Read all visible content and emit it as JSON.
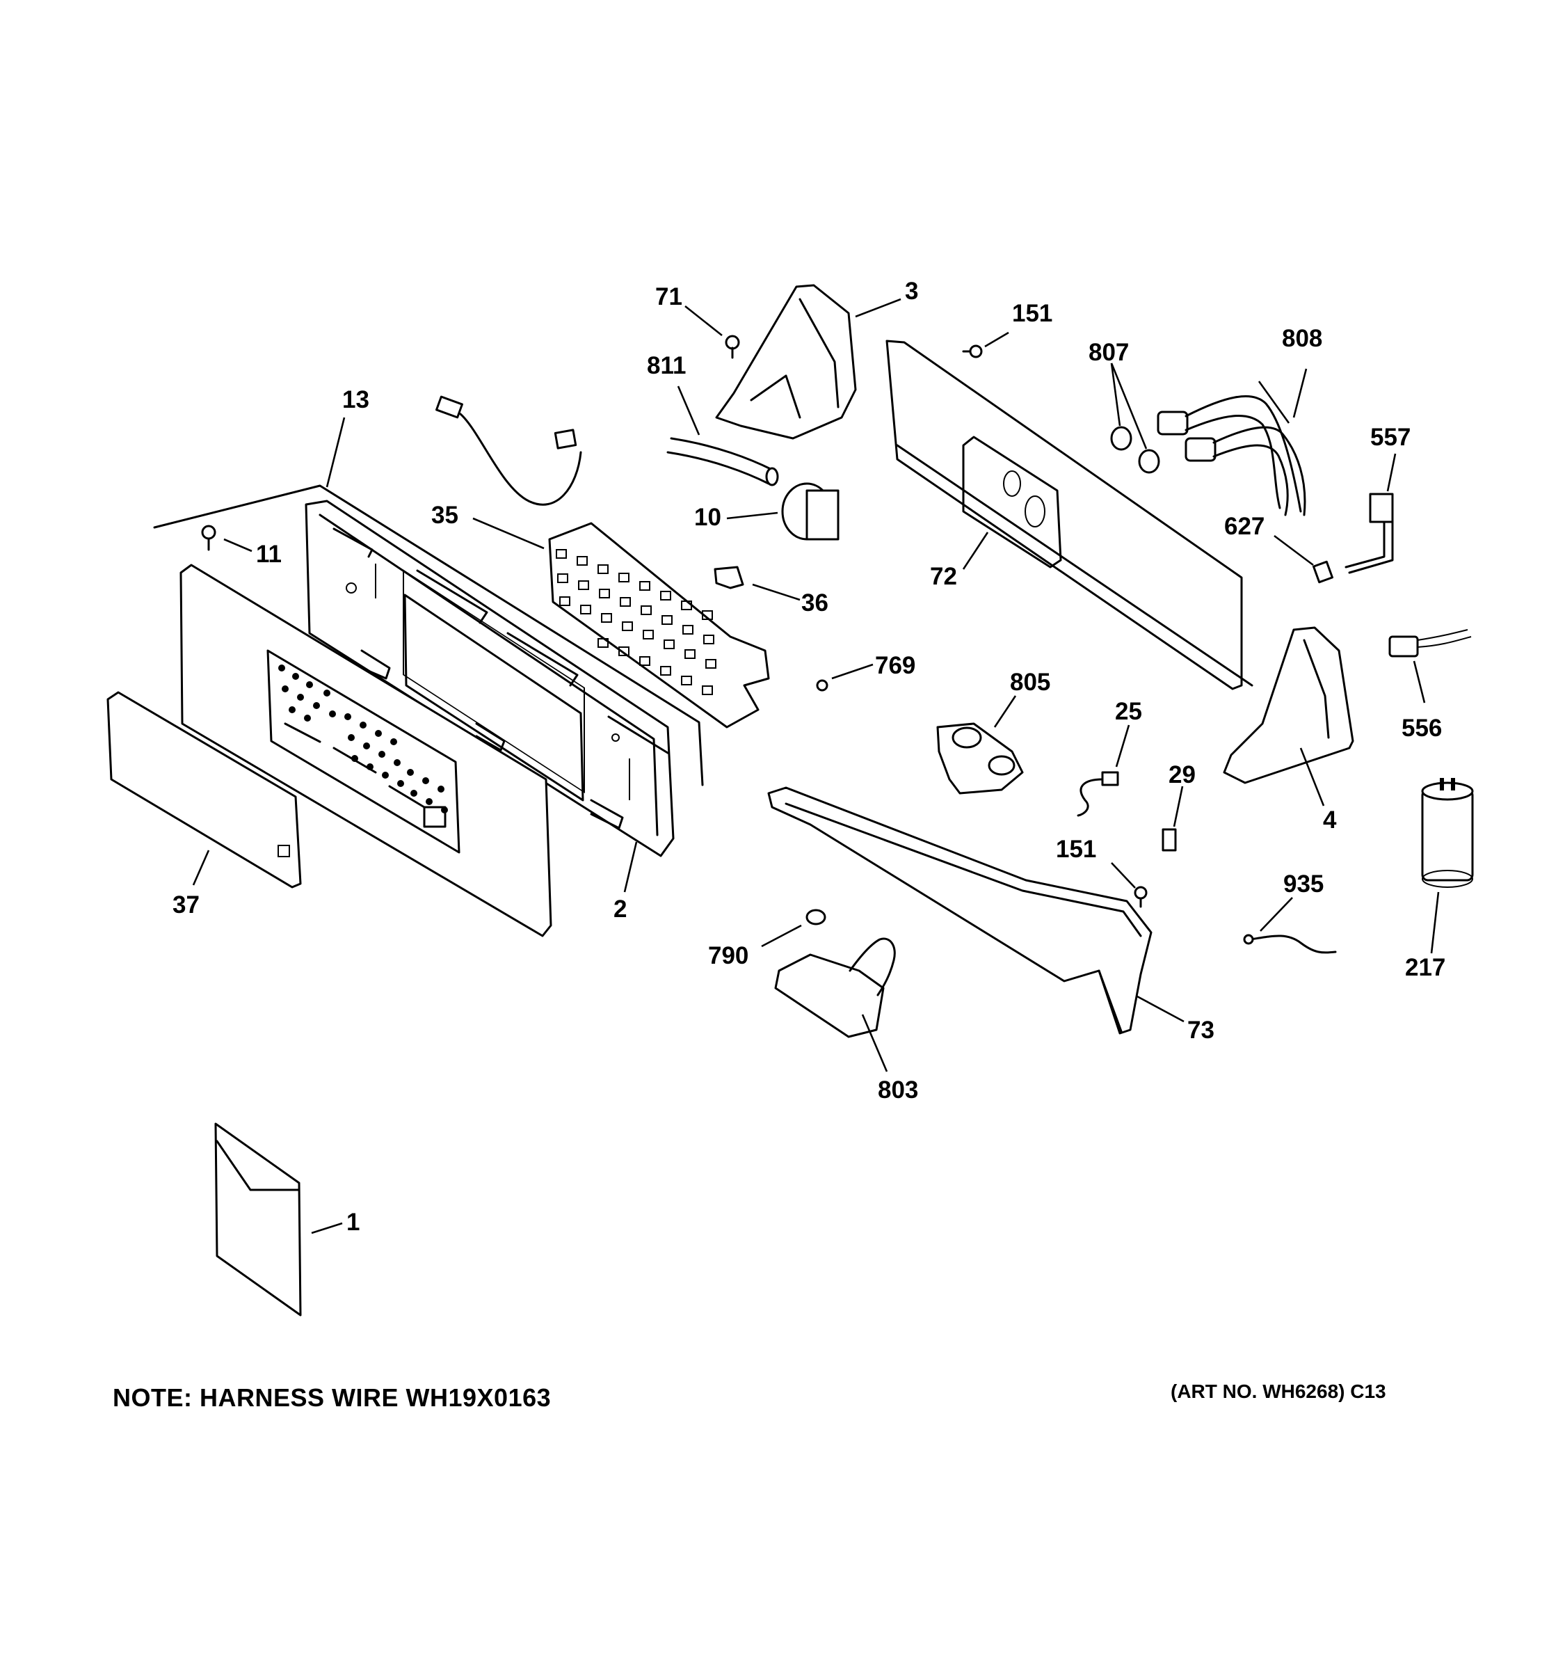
{
  "note": {
    "harness": "NOTE: HARNESS WIRE WH19X0163",
    "art_no": "(ART NO. WH6268) C13"
  },
  "callouts": [
    "71",
    "3",
    "151",
    "807",
    "808",
    "811",
    "13",
    "557",
    "10",
    "35",
    "627",
    "11",
    "36",
    "72",
    "769",
    "805",
    "25",
    "556",
    "29",
    "4",
    "37",
    "2",
    "151",
    "935",
    "790",
    "217",
    "73",
    "803",
    "1"
  ]
}
